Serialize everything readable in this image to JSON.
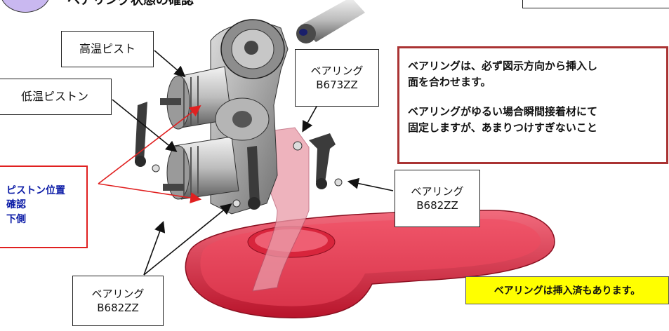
{
  "header": {
    "title_text": "ベアリング状態の確認"
  },
  "labels": {
    "high_temp_piston": "高温ピスト",
    "low_temp_piston": "低温ピストン",
    "bearing_top": {
      "name": "ベアリング",
      "code": "B673ZZ"
    },
    "bearing_right": {
      "name": "ベアリング",
      "code": "B682ZZ"
    },
    "bearing_bottom": {
      "name": "ベアリング",
      "code": "B682ZZ"
    }
  },
  "note": {
    "line1": "ベアリングは、必ず図示方向から挿入し",
    "line2": "面を合わせます。",
    "line3": "ベアリングがゆるい場合瞬間接着材にて",
    "line4": "固定しますが、あまりつけすぎないこと"
  },
  "piston_check": {
    "line1": "ピストン位置",
    "line2": "確認",
    "line3": "下側"
  },
  "footer_note": "ベアリングは挿入済もあります。",
  "colors": {
    "note_border": "#aa3333",
    "callout_red": "#e02020",
    "callout_text": "#0a1aa6",
    "highlight_yellow": "#ffff00",
    "base_red": "#e8334a",
    "stand_pink": "#e99aa8"
  }
}
